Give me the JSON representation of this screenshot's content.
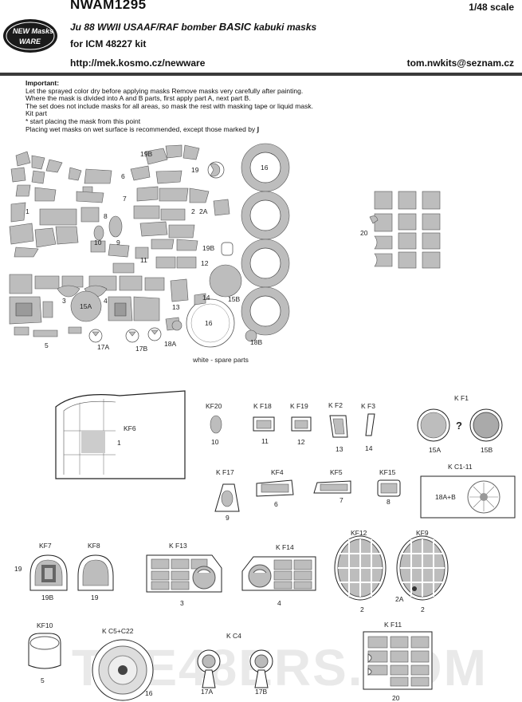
{
  "header": {
    "code": "NWAM1295",
    "scale": "1/48 scale",
    "title_a": "Ju 88 WWII USAAF/RAF bomber",
    "title_b": "BASIC",
    "title_c": "kabuki masks",
    "kit": "for ICM 48227 kit",
    "url": "http://mek.kosmo.cz/newware",
    "email": "tom.nwkits@seznam.cz",
    "logo_text": "NEW Masks WARE"
  },
  "notes": {
    "heading": "Important:",
    "lines": [
      "Let the sprayed color dry before applying masks Remove masks very carefully after painting.",
      "Where the mask is divided into A and B parts, first apply part A, next part B.",
      "The set does not include masks for all areas, so mask the rest with masking tape or liquid mask.",
      "Kit part",
      "* start placing the mask from this point",
      "Placing wet masks on wet surface is recommended, except those marked by"
    ]
  },
  "sheet": {
    "spare_caption": "white - spare parts",
    "labels": [
      "19B",
      "6",
      "19",
      "16",
      "7",
      "1",
      "2",
      "2A",
      "8",
      "10",
      "9",
      "19B",
      "11",
      "12",
      "3",
      "4",
      "15A",
      "13",
      "14",
      "15B",
      "16",
      "5",
      "17A",
      "17B",
      "18A",
      "18B"
    ]
  },
  "parts": [
    {
      "code": "KF6",
      "num": "1"
    },
    {
      "code": "KF20",
      "num": "10"
    },
    {
      "code": "KF18",
      "num": "11"
    },
    {
      "code": "KF19",
      "num": "12"
    },
    {
      "code": "KF2",
      "num": "13"
    },
    {
      "code": "KF3",
      "num": "14"
    },
    {
      "code": "KF1",
      "num_a": "15A",
      "num_b": "15B",
      "mark": "?"
    },
    {
      "code": "KF17",
      "num": "9"
    },
    {
      "code": "KF4",
      "num": "6"
    },
    {
      "code": "KF5",
      "num": "7"
    },
    {
      "code": "KF15",
      "num": "8"
    },
    {
      "code": "KC1-11",
      "num": "18A+B"
    },
    {
      "code": "KF7",
      "num_a": "19",
      "num_b": "19B"
    },
    {
      "code": "KF8",
      "num": "19"
    },
    {
      "code": "KF13",
      "num": "3"
    },
    {
      "code": "KF14",
      "num": "4"
    },
    {
      "code": "KF12",
      "num": "2"
    },
    {
      "code": "KF9",
      "num_a": "2A",
      "num_b": "2"
    },
    {
      "code": "KF10",
      "num": "5"
    },
    {
      "code": "KC5+C22",
      "num": "16"
    },
    {
      "code": "KC4",
      "num_a": "17A",
      "num_b": "17B"
    },
    {
      "code": "KF11",
      "num": "20"
    }
  ],
  "sidebox": {
    "label": "20"
  },
  "watermark": "THE48ERS.COM",
  "colors": {
    "mask": "#bdbdbd",
    "mask_dark": "#8c8c8c",
    "outline": "#333333",
    "rule": "#3a3a3a"
  }
}
